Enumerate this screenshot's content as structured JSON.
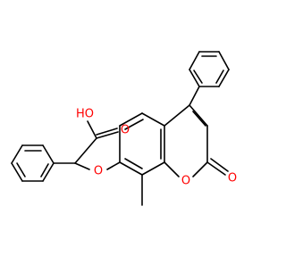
{
  "molecule": {
    "atoms": {
      "hydroxyl": "HO",
      "carbonyl_acid": "O",
      "ether": "O",
      "ring_oxygen": "O",
      "lactone_carbonyl": "O"
    },
    "colors": {
      "bond": "#000000",
      "oxygen": "#ff0000"
    }
  }
}
